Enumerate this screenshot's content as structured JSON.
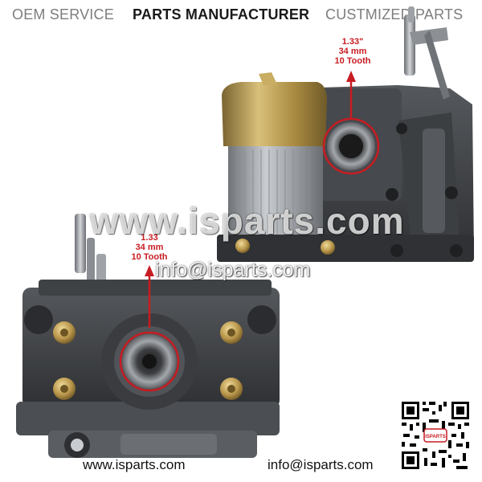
{
  "header": {
    "oem": "OEM SERVICE",
    "parts": "PARTS MANUFACTURER",
    "custom": "CUSTMIZED PARTS"
  },
  "spec_top": {
    "size_in": "1.33\"",
    "size_mm": "34 mm",
    "teeth": "10 Tooth"
  },
  "spec_bottom": {
    "size_in": "1.33",
    "size_mm": "34 mm",
    "teeth": "10 Tooth"
  },
  "watermark": {
    "site": "www.isparts.com",
    "email": "info@isparts.com"
  },
  "footer": {
    "website": "www.isparts.com",
    "email": "info@isparts.com"
  },
  "qr_badge": "ISPARTS",
  "colors": {
    "accent_red": "#c71c22",
    "metal_dark": "#3b3d40",
    "brass": "#b89a4e"
  }
}
